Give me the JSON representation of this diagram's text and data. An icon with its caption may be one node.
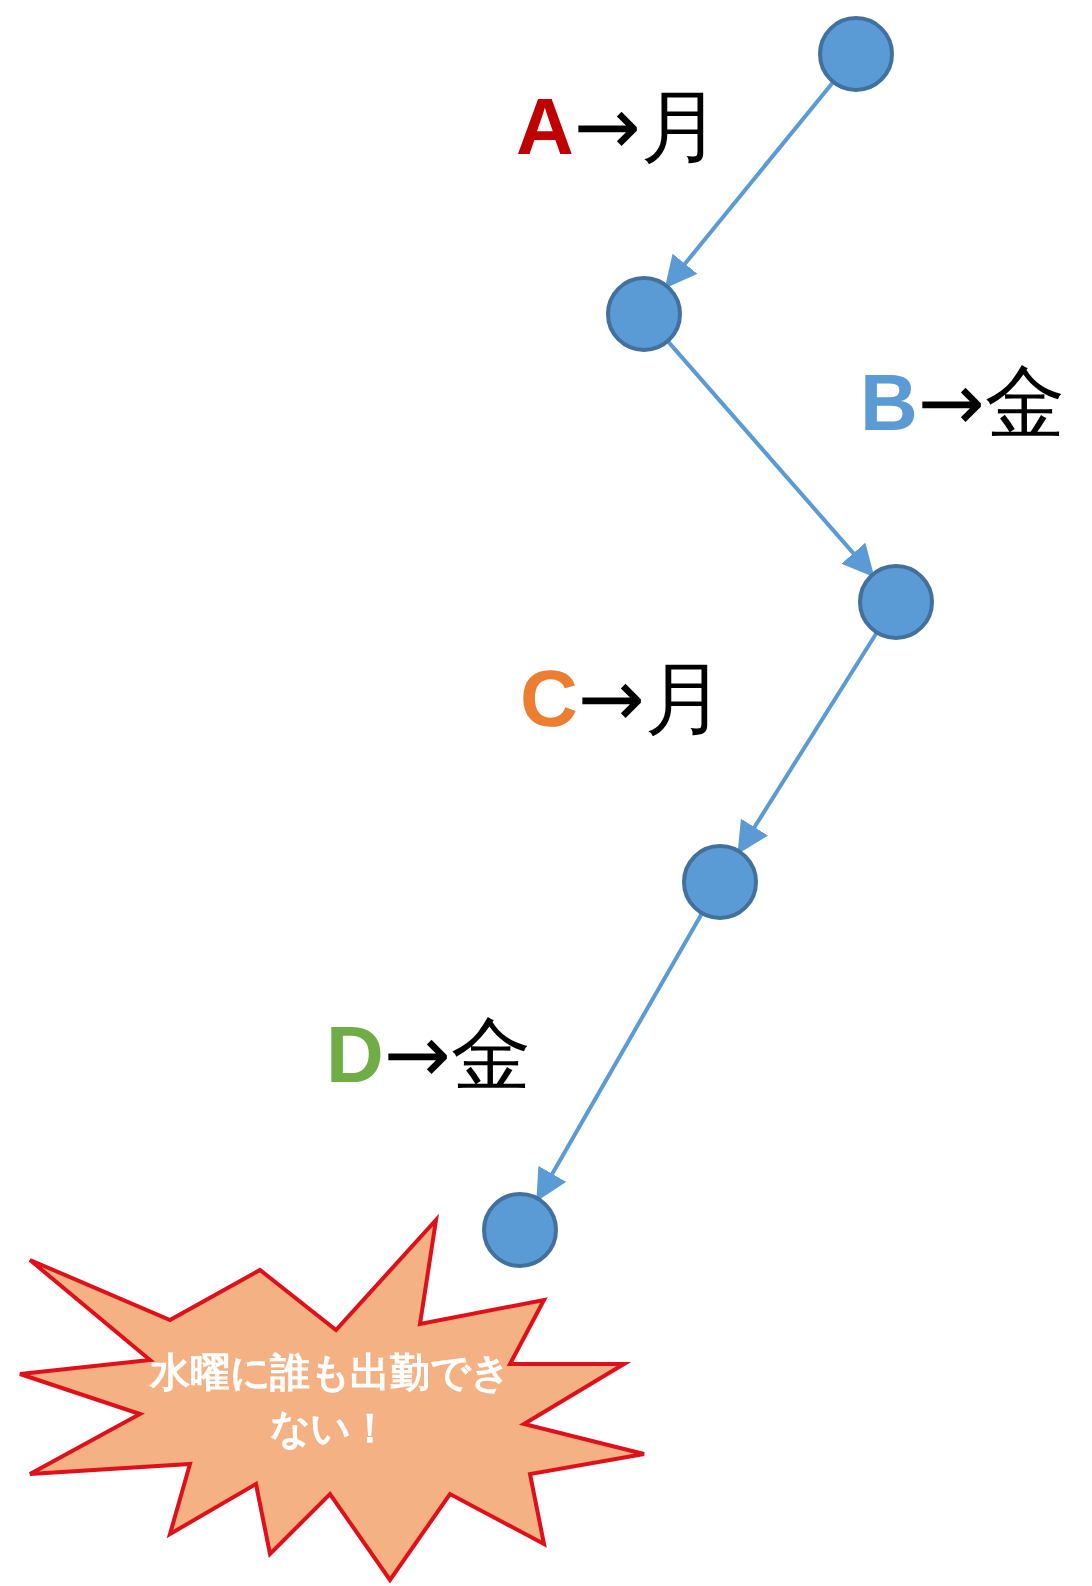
{
  "diagram": {
    "nodes": [
      {
        "text": [],
        "shape": "circle"
      },
      {
        "text": [],
        "shape": "circle"
      },
      {
        "text": [],
        "shape": "circle"
      },
      {
        "text": [],
        "shape": "circle"
      },
      {
        "text": [],
        "shape": "circle"
      },
      {
        "text": [
          "水曜に誰も出勤できない！"
        ]
      }
    ],
    "edges": [
      {
        "from": 0,
        "to": 1,
        "arrow": "to",
        "label": "**A**→月"
      },
      {
        "from": 1,
        "to": 2,
        "arrow": "to",
        "label": "**B**→金"
      },
      {
        "from": 2,
        "to": 3,
        "arrow": "to",
        "label": "**C**→月"
      },
      {
        "from": 3,
        "to": 4,
        "arrow": "to",
        "label": "**D**→金"
      }
    ]
  }
}
